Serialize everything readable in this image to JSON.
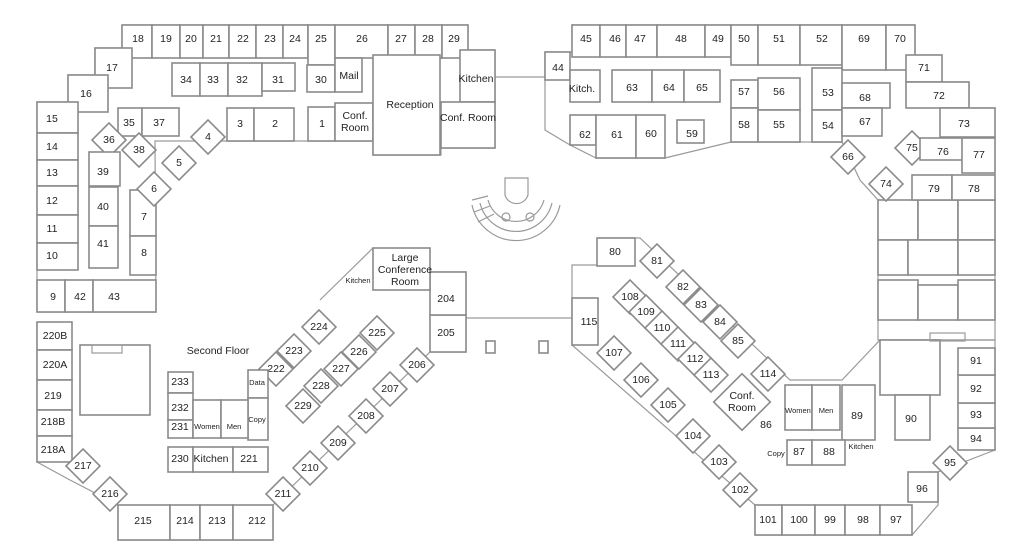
{
  "floor_plan": {
    "rooms": [
      "18",
      "19",
      "20",
      "21",
      "22",
      "23",
      "24",
      "25",
      "26",
      "27",
      "28",
      "29",
      "17",
      "16",
      "15",
      "14",
      "13",
      "12",
      "11",
      "10",
      "9",
      "42",
      "43",
      "34",
      "33",
      "32",
      "31",
      "30",
      "Mail",
      "35",
      "37",
      "36",
      "38",
      "39",
      "40",
      "41",
      "7",
      "8",
      "6",
      "5",
      "4",
      "3",
      "2",
      "1",
      "Conf. Room",
      "Reception",
      "Kitchen",
      "Conf. Room",
      "44",
      "Kitch.",
      "45",
      "46",
      "47",
      "48",
      "49",
      "50",
      "51",
      "52",
      "69",
      "70",
      "63",
      "64",
      "65",
      "57",
      "56",
      "58",
      "55",
      "53",
      "54",
      "68",
      "67",
      "66",
      "71",
      "72",
      "73",
      "75",
      "76",
      "77",
      "74",
      "79",
      "78",
      "62",
      "61",
      "60",
      "59",
      "220B",
      "220A",
      "219",
      "218B",
      "218A",
      "217",
      "216",
      "215",
      "214",
      "213",
      "212",
      "211",
      "210",
      "209",
      "208",
      "207",
      "206",
      "205",
      "204",
      "Large Conference Room",
      "Kitchen",
      "224",
      "225",
      "223",
      "226",
      "222",
      "227",
      "228",
      "229",
      "Data",
      "Copy",
      "Second Floor",
      "233",
      "232",
      "231",
      "230",
      "Women",
      "Men",
      "Kitchen",
      "221",
      "80",
      "81",
      "82",
      "83",
      "84",
      "85",
      "114",
      "108",
      "109",
      "110",
      "111",
      "112",
      "113",
      "115",
      "107",
      "106",
      "105",
      "104",
      "103",
      "102",
      "101",
      "100",
      "99",
      "98",
      "97",
      "96",
      "95",
      "94",
      "93",
      "92",
      "91",
      "90",
      "89",
      "Conf. Room",
      "86",
      "Women",
      "Men",
      "Copy",
      "87",
      "88",
      "Kitchen"
    ]
  }
}
